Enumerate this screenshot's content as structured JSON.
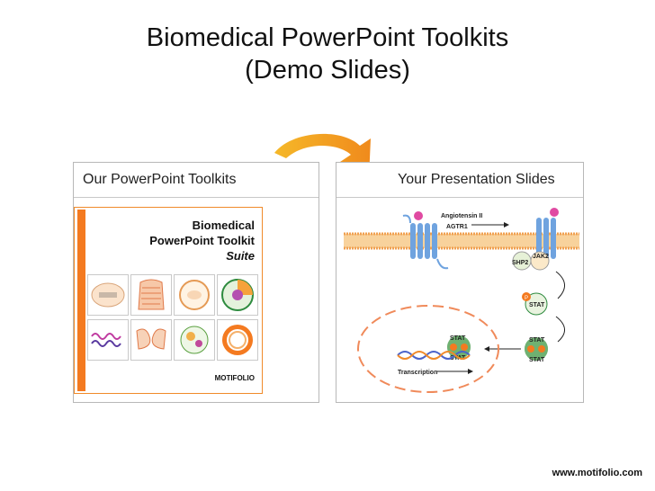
{
  "slide": {
    "title_line1": "Biomedical PowerPoint Toolkits",
    "title_line2": "(Demo Slides)",
    "website": "www.motifolio.com"
  },
  "left_panel": {
    "header": "Our PowerPoint Toolkits",
    "cover": {
      "line1": "Biomedical",
      "line2": "PowerPoint Toolkit",
      "line3": "Suite",
      "brand": "MOTIFOLIO"
    }
  },
  "right_panel": {
    "header": "Your Presentation Slides",
    "diagram": {
      "ligand": "Angiotensin II",
      "receptor": "AGTR1",
      "jak": "JAK2",
      "shp": "SHP2",
      "stat": "STAT",
      "phospho": "P",
      "transcription": "Transcription"
    }
  },
  "colors": {
    "accent_orange": "#f47a20",
    "membrane": "#f3b26b",
    "receptor_blue": "#6fa3df",
    "stat_green": "#2e8b3f",
    "ligand_pink": "#e04aa2"
  }
}
